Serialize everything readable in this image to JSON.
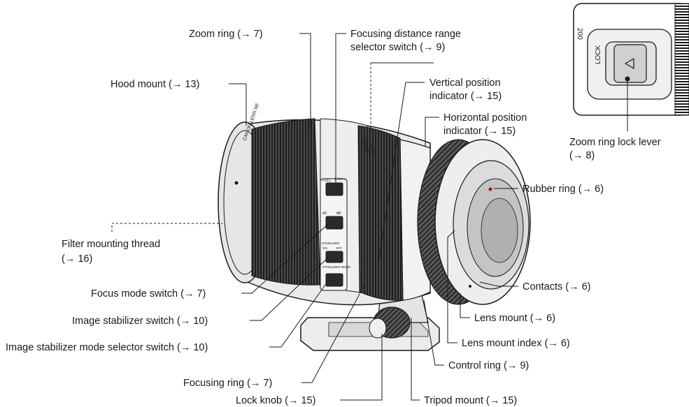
{
  "labels": {
    "zoom_ring": "Zoom ring (→ 7)",
    "focusing_range_1": "Focusing distance range",
    "focusing_range_2": "selector switch (→ 9)",
    "hood_mount": "Hood mount (→ 13)",
    "vertical_pos_1": "Vertical position",
    "vertical_pos_2": "indicator (→ 15)",
    "horizontal_pos_1": "Horizontal position",
    "horizontal_pos_2": "indicator (→ 15)",
    "zoom_lock_1": "Zoom ring lock lever",
    "zoom_lock_2": "(→ 8)",
    "rubber_ring": "Rubber ring (→ 6)",
    "filter_thread_1": "Filter mounting thread",
    "filter_thread_2": "(→ 16)",
    "focus_mode": "Focus mode switch (→ 7)",
    "stabilizer": "Image stabilizer switch (→ 10)",
    "stabilizer_mode": "Image stabilizer mode selector switch (→ 10)",
    "contacts": "Contacts (→ 6)",
    "lens_mount": "Lens mount (→ 6)",
    "lens_mount_index": "Lens mount index (→ 6)",
    "control_ring": "Control ring (→ 9)",
    "focusing_ring": "Focusing ring (→ 7)",
    "lock_knob": "Lock knob (→ 15)",
    "tripod_mount": "Tripod mount (→ 15)"
  },
  "lens_markings": {
    "brand": "Canon",
    "model": "70-200",
    "hood_text": "CANON LENS RF",
    "range_full": "FULL",
    "range_near": "2.5m-∞",
    "af": "AF",
    "mf": "MF",
    "stabilizer": "STABILIZER",
    "on": "ON",
    "off": "OFF",
    "stabilizer_mode": "STABILIZER MODE",
    "lock": "LOCK",
    "zoom_scale": "200"
  },
  "colors": {
    "body": "#e9e9e9",
    "ring_dark": "#3a3a3a",
    "outline": "#1a1a1a"
  }
}
